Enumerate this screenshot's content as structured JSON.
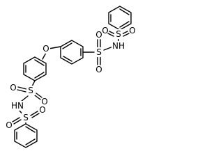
{
  "structure": {
    "atoms": {
      "o_bridge": "O",
      "s1": "S",
      "o_s1_top": "O",
      "o_s1_bottom": "O",
      "n1": "NH",
      "s2": "S",
      "o_s2_left": "O",
      "o_s2_right": "O",
      "s3": "S",
      "o_s3_left": "O",
      "o_s3_right": "O",
      "n2": "HN",
      "s4": "S",
      "o_s4_left": "O",
      "o_s4_right": "O"
    }
  }
}
